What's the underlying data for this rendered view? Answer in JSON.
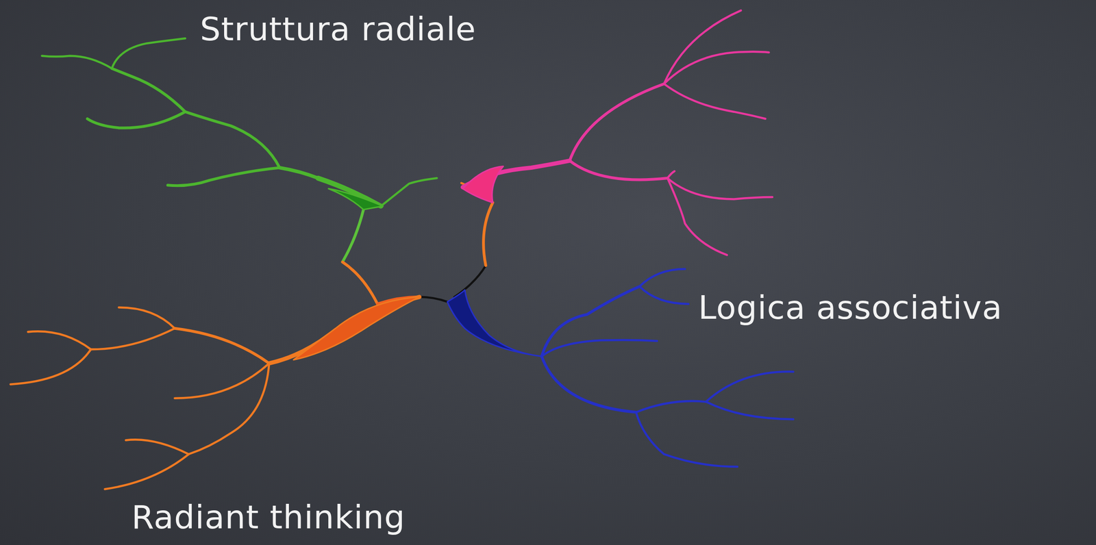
{
  "diagram": {
    "labels": [
      "Struttura radiale",
      "Logica associativa",
      "Radiant thinking"
    ]
  }
}
